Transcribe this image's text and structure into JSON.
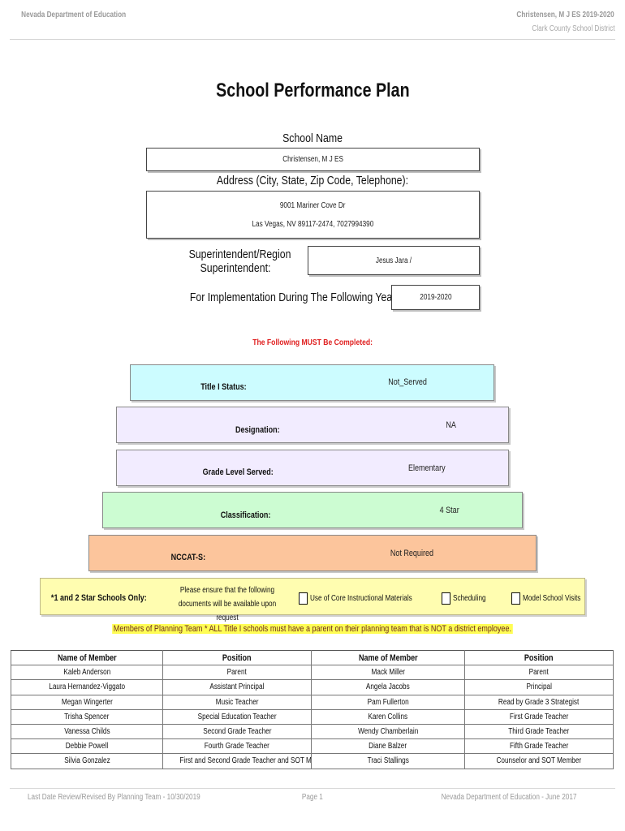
{
  "header": {
    "left": "Nevada Department of Education",
    "right_line1": "Christensen, M J ES  2019-2020",
    "right_line2": "Clark County School District"
  },
  "title": "School Performance Plan",
  "school_name": {
    "label": "School Name",
    "value": "Christensen, M J ES"
  },
  "address": {
    "label": "Address (City, State, Zip Code, Telephone):",
    "line1": "9001 Mariner Cove Dr",
    "line2": "Las Vegas, NV  89117-2474, 7027994390"
  },
  "superintendent": {
    "label": "Superintendent/Region Superintendent:",
    "value": "Jesus Jara /"
  },
  "years": {
    "label": "For Implementation During The Following Years:",
    "value": "2019-2020"
  },
  "must_complete": "The Following MUST Be Completed:",
  "status": {
    "title1": {
      "label": "Title I Status:",
      "value": "Not_Served"
    },
    "designation": {
      "label": "Designation:",
      "value": "NA"
    },
    "grade_level": {
      "label": "Grade Level Served:",
      "value": "Elementary"
    },
    "classification": {
      "label": "Classification:",
      "value": "4 Star"
    },
    "nccat": {
      "label": "NCCAT-S:",
      "value": "Not Required"
    }
  },
  "star_schools": {
    "label": "*1 and 2 Star Schools Only:",
    "note": "Please ensure that the following documents will be available upon request",
    "options": [
      "Use of Core Instructional Materials",
      "Scheduling",
      "Model School Visits"
    ]
  },
  "members_note": "Members of Planning Team * ALL Title I schools must have a parent on their planning team that is NOT a district employee.",
  "team_table": {
    "headers": [
      "Name of Member",
      "Position",
      "Name of Member",
      "Position"
    ],
    "rows": [
      [
        "Kaleb Anderson",
        "Parent",
        "Mack Miller",
        "Parent"
      ],
      [
        "Laura Hernandez-Viggato",
        "Assistant Principal",
        "Angela Jacobs",
        "Principal"
      ],
      [
        "Megan Wingerter",
        "Music Teacher",
        "Pam Fullerton",
        "Read by Grade 3 Strategist"
      ],
      [
        "Trisha Spencer",
        "Special Education Teacher",
        "Karen Collins",
        "First Grade Teacher"
      ],
      [
        "Vanessa Childs",
        "Second Grade Teacher",
        "Wendy Chamberlain",
        "Third Grade Teacher"
      ],
      [
        "Debbie Powell",
        "Fourth Grade Teacher",
        "Diane Balzer",
        "Fifth Grade Teacher"
      ],
      [
        "Silvia Gonzalez",
        "First and Second Grade Teacher and SOT Member",
        "Traci Stallings",
        "Counselor and SOT Member"
      ]
    ]
  },
  "footer": {
    "left": "Last Date Review/Revised By Planning Team - 10/30/2019",
    "center": "Page 1",
    "right": "Nevada Department of Education - June 2017"
  },
  "colors": {
    "title1_band": "#ccfcff",
    "designation_band": "#f2ecff",
    "classification_band": "#ccfcd2",
    "nccat_band": "#fcc59c",
    "star_band": "#fffdb0",
    "must_text": "#e02020",
    "members_highlight": "#fffd54"
  }
}
